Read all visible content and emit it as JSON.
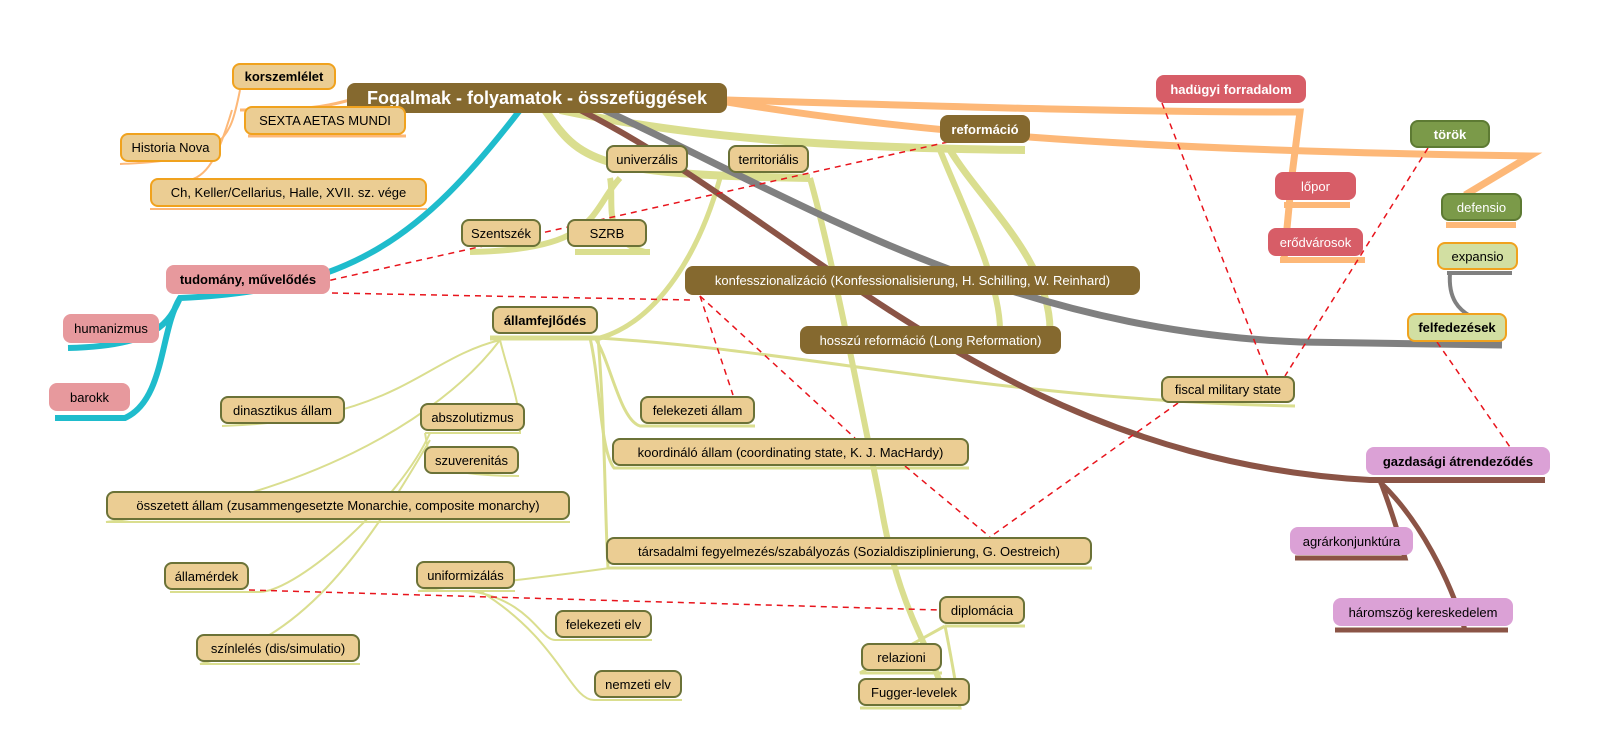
{
  "root": "Fogalmak - folyamatok - összefüggések",
  "nodes": {
    "korszemlelet": "korszemlélet",
    "sexta": "SEXTA AETAS MUNDI",
    "historia": "Historia Nova",
    "keller": "Ch, Keller/Cellarius, Halle, XVII. sz. vége",
    "univerzalis": "univerzális",
    "territorialis": "territoriális",
    "reformacio": "reformáció",
    "hadugyi": "hadügyi forradalom",
    "torok": "török",
    "lopor": "lőpor",
    "erodvarosok": "erődvárosok",
    "defensio": "defensio",
    "expansio": "expansio",
    "felfedezesek": "felfedezések",
    "szentszek": "Szentszék",
    "szrb": "SZRB",
    "tudomany": "tudomány, művelődés",
    "humanizmus": "humanizmus",
    "barokk": "barokk",
    "konfess": "konfesszionalizáció (Konfessionalisierung, H. Schilling, W. Reinhard)",
    "allamfejlodes": "államfejlődés",
    "hosszu": "hosszú reformáció (Long Reformation)",
    "fiscal": "fiscal military state",
    "dinasztikus": "dinasztikus állam",
    "abszolutizmus": "abszolutizmus",
    "felekezeti_allam": "felekezeti állam",
    "szuverenitas": "szuverenitás",
    "koordinalo": "koordináló állam (coordinating state, K. J. MacHardy)",
    "gazdasagi": "gazdasági átrendeződés",
    "osszetett": "összetett állam (zusammengesetzte Monarchie, composite monarchy)",
    "agrar": "agrárkonjunktúra",
    "tarsadalmi": "társadalmi fegyelmezés/szabályozás (Sozialdisziplinierung, G. Oestreich)",
    "allamerdek": "államérdek",
    "uniformizalas": "uniformizálás",
    "diplomacia": "diplomácia",
    "haromszog": "háromszög kereskedelem",
    "felekezeti_elv": "felekezeti elv",
    "szinleles": "színlelés (dis/simulatio)",
    "relazioni": "relazioni",
    "nemzeti_elv": "nemzeti elv",
    "fugger": "Fugger-levelek"
  },
  "colors": {
    "root": "#85692f",
    "tan": "#ebcd93",
    "pink": "#e7999d",
    "red": "#d75d67",
    "green": "#7b9a49",
    "purple": "#dba1d6",
    "teal": "#1fbccc",
    "orange": "#fdb878",
    "olive": "#dade8f",
    "gray": "#808080",
    "brownline": "#8b5446",
    "dash": "#e8141c"
  }
}
